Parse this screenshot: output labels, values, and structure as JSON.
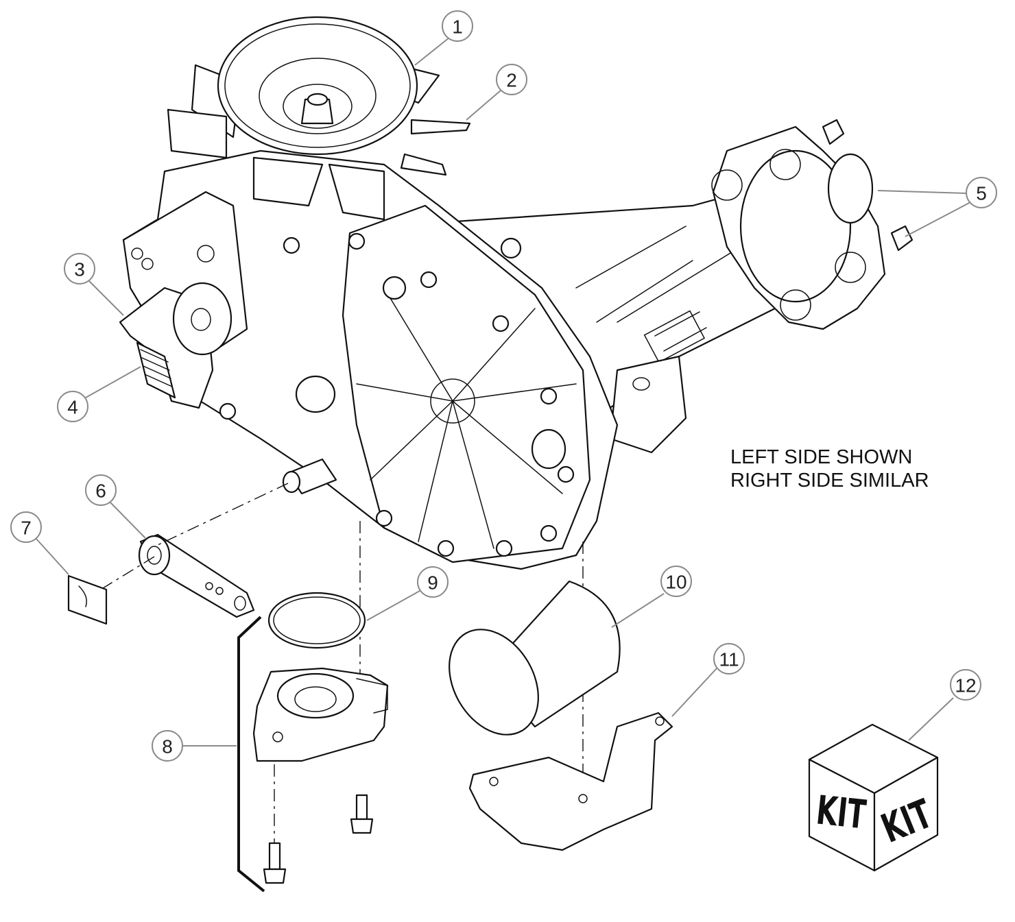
{
  "note": {
    "line1": "LEFT SIDE SHOWN",
    "line2": "RIGHT SIDE SIMILAR"
  },
  "callouts": [
    "1",
    "2",
    "3",
    "4",
    "5",
    "6",
    "7",
    "8",
    "9",
    "10",
    "11",
    "12"
  ],
  "kit": {
    "face_left": "KIT",
    "face_right": "KIT"
  },
  "colors": {
    "line": "#111111",
    "leader": "#8a8a8a",
    "background": "#ffffff"
  }
}
